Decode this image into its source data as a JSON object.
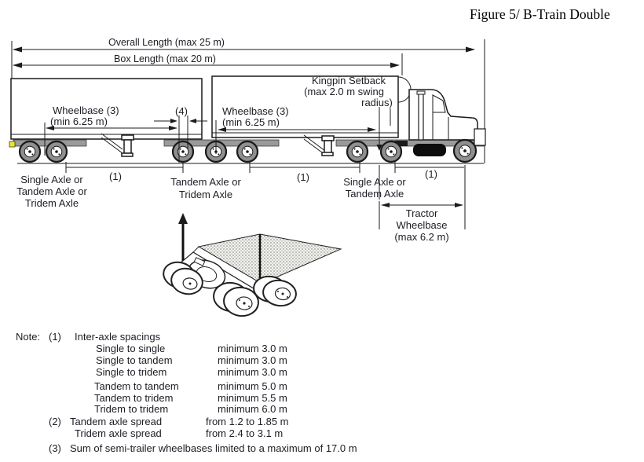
{
  "title": "Figure 5/ B-Train Double",
  "colors": {
    "line": "#1b1b1b",
    "wheel_gray": "#8f8f8f",
    "frame_gray": "#9a9a9a",
    "marker_yellow": "#e6e62e",
    "background": "#ffffff"
  },
  "diagram": {
    "overall_length_label": "Overall Length (max 25 m)",
    "box_length_label": "Box Length (max 20 m)",
    "rear_trailer_wheelbase": {
      "line1": "Wheelbase (3)",
      "line2": "(min 6.25 m)"
    },
    "lead_trailer_wheelbase": {
      "line1": "Wheelbase (3)",
      "line2": "(min 6.25 m)"
    },
    "kingpin_setback": {
      "line1": "Kingpin Setback",
      "line2": "(max 2.0 m swing",
      "line3": "radius)"
    },
    "ref_marks": {
      "spacing_left": "(1)",
      "spacing_mid": "(1)",
      "spacing_right": "(1)",
      "note4": "(4)"
    },
    "axle_groups": {
      "rear": [
        "Single Axle or",
        "Tandem Axle or",
        "Tridem Axle"
      ],
      "middle": [
        "Tandem Axle or",
        "Tridem Axle"
      ],
      "tractor_drive": [
        "Single Axle or",
        "Tandem Axle"
      ]
    },
    "tractor_wheelbase": {
      "line1": "Tractor",
      "line2": "Wheelbase",
      "line3": "(max 6.2 m)"
    }
  },
  "notes": {
    "label": "Note:",
    "items": [
      {
        "ref": "(1)",
        "title": "Inter-axle spacings",
        "rows": [
          {
            "label": "Single to single",
            "value": "minimum 3.0 m"
          },
          {
            "label": "Single to tandem",
            "value": "minimum 3.0 m"
          },
          {
            "label": "Single to tridem",
            "value": "minimum 3.0 m"
          },
          {
            "label": "Tandem to tandem",
            "value": "minimum 5.0 m"
          },
          {
            "label": "Tandem to tridem",
            "value": "minimum 5.5 m"
          },
          {
            "label": "Tridem to tridem",
            "value": "minimum 6.0 m"
          }
        ]
      },
      {
        "ref": "(2)",
        "rows": [
          {
            "label": "Tandem axle spread",
            "value": "from 1.2 to 1.85 m"
          },
          {
            "label": "Tridem axle spread",
            "value": "from 2.4 to 3.1 m"
          }
        ]
      },
      {
        "ref": "(3)",
        "text": "Sum of semi-trailer wheelbases limited to a maximum of 17.0 m"
      }
    ]
  }
}
